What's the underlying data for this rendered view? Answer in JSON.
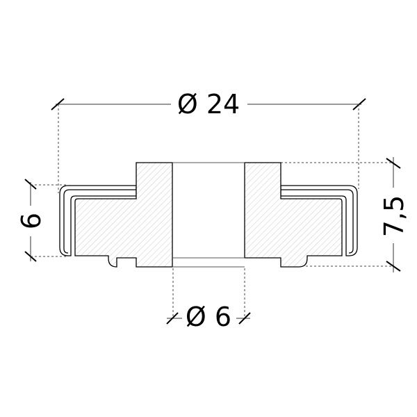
{
  "dimensions": {
    "outer_diameter": "Ø 24",
    "height_left": "6",
    "height_right": "7,5",
    "bore_diameter": "Ø 6"
  },
  "colors": {
    "line": "#000000",
    "hatch": "#cfcfcf",
    "background": "#ffffff"
  }
}
